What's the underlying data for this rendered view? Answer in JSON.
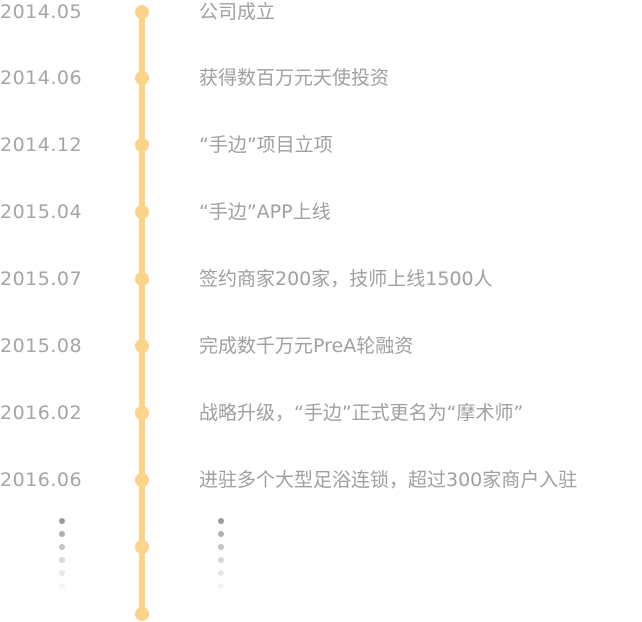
{
  "timeline": {
    "events": [
      {
        "date": "2014.05",
        "text": "公司成立"
      },
      {
        "date": "2014.06",
        "text": "获得数百万元天使投资"
      },
      {
        "date": "2014.12",
        "text": "“手边”项目立项"
      },
      {
        "date": "2015.04",
        "text": "“手边”APP上线"
      },
      {
        "date": "2015.07",
        "text": "签约商家200家，技师上线1500人"
      },
      {
        "date": "2015.08",
        "text": "完成数千万元PreA轮融资"
      },
      {
        "date": "2016.02",
        "text": "战略升级，“手边”正式更名为“摩术师”"
      },
      {
        "date": "2016.06",
        "text": "进驻多个大型足浴连锁，超过300家商户入驻"
      }
    ],
    "colors": {
      "accent": "#fbd48a",
      "text": "#a0a0a0"
    }
  }
}
